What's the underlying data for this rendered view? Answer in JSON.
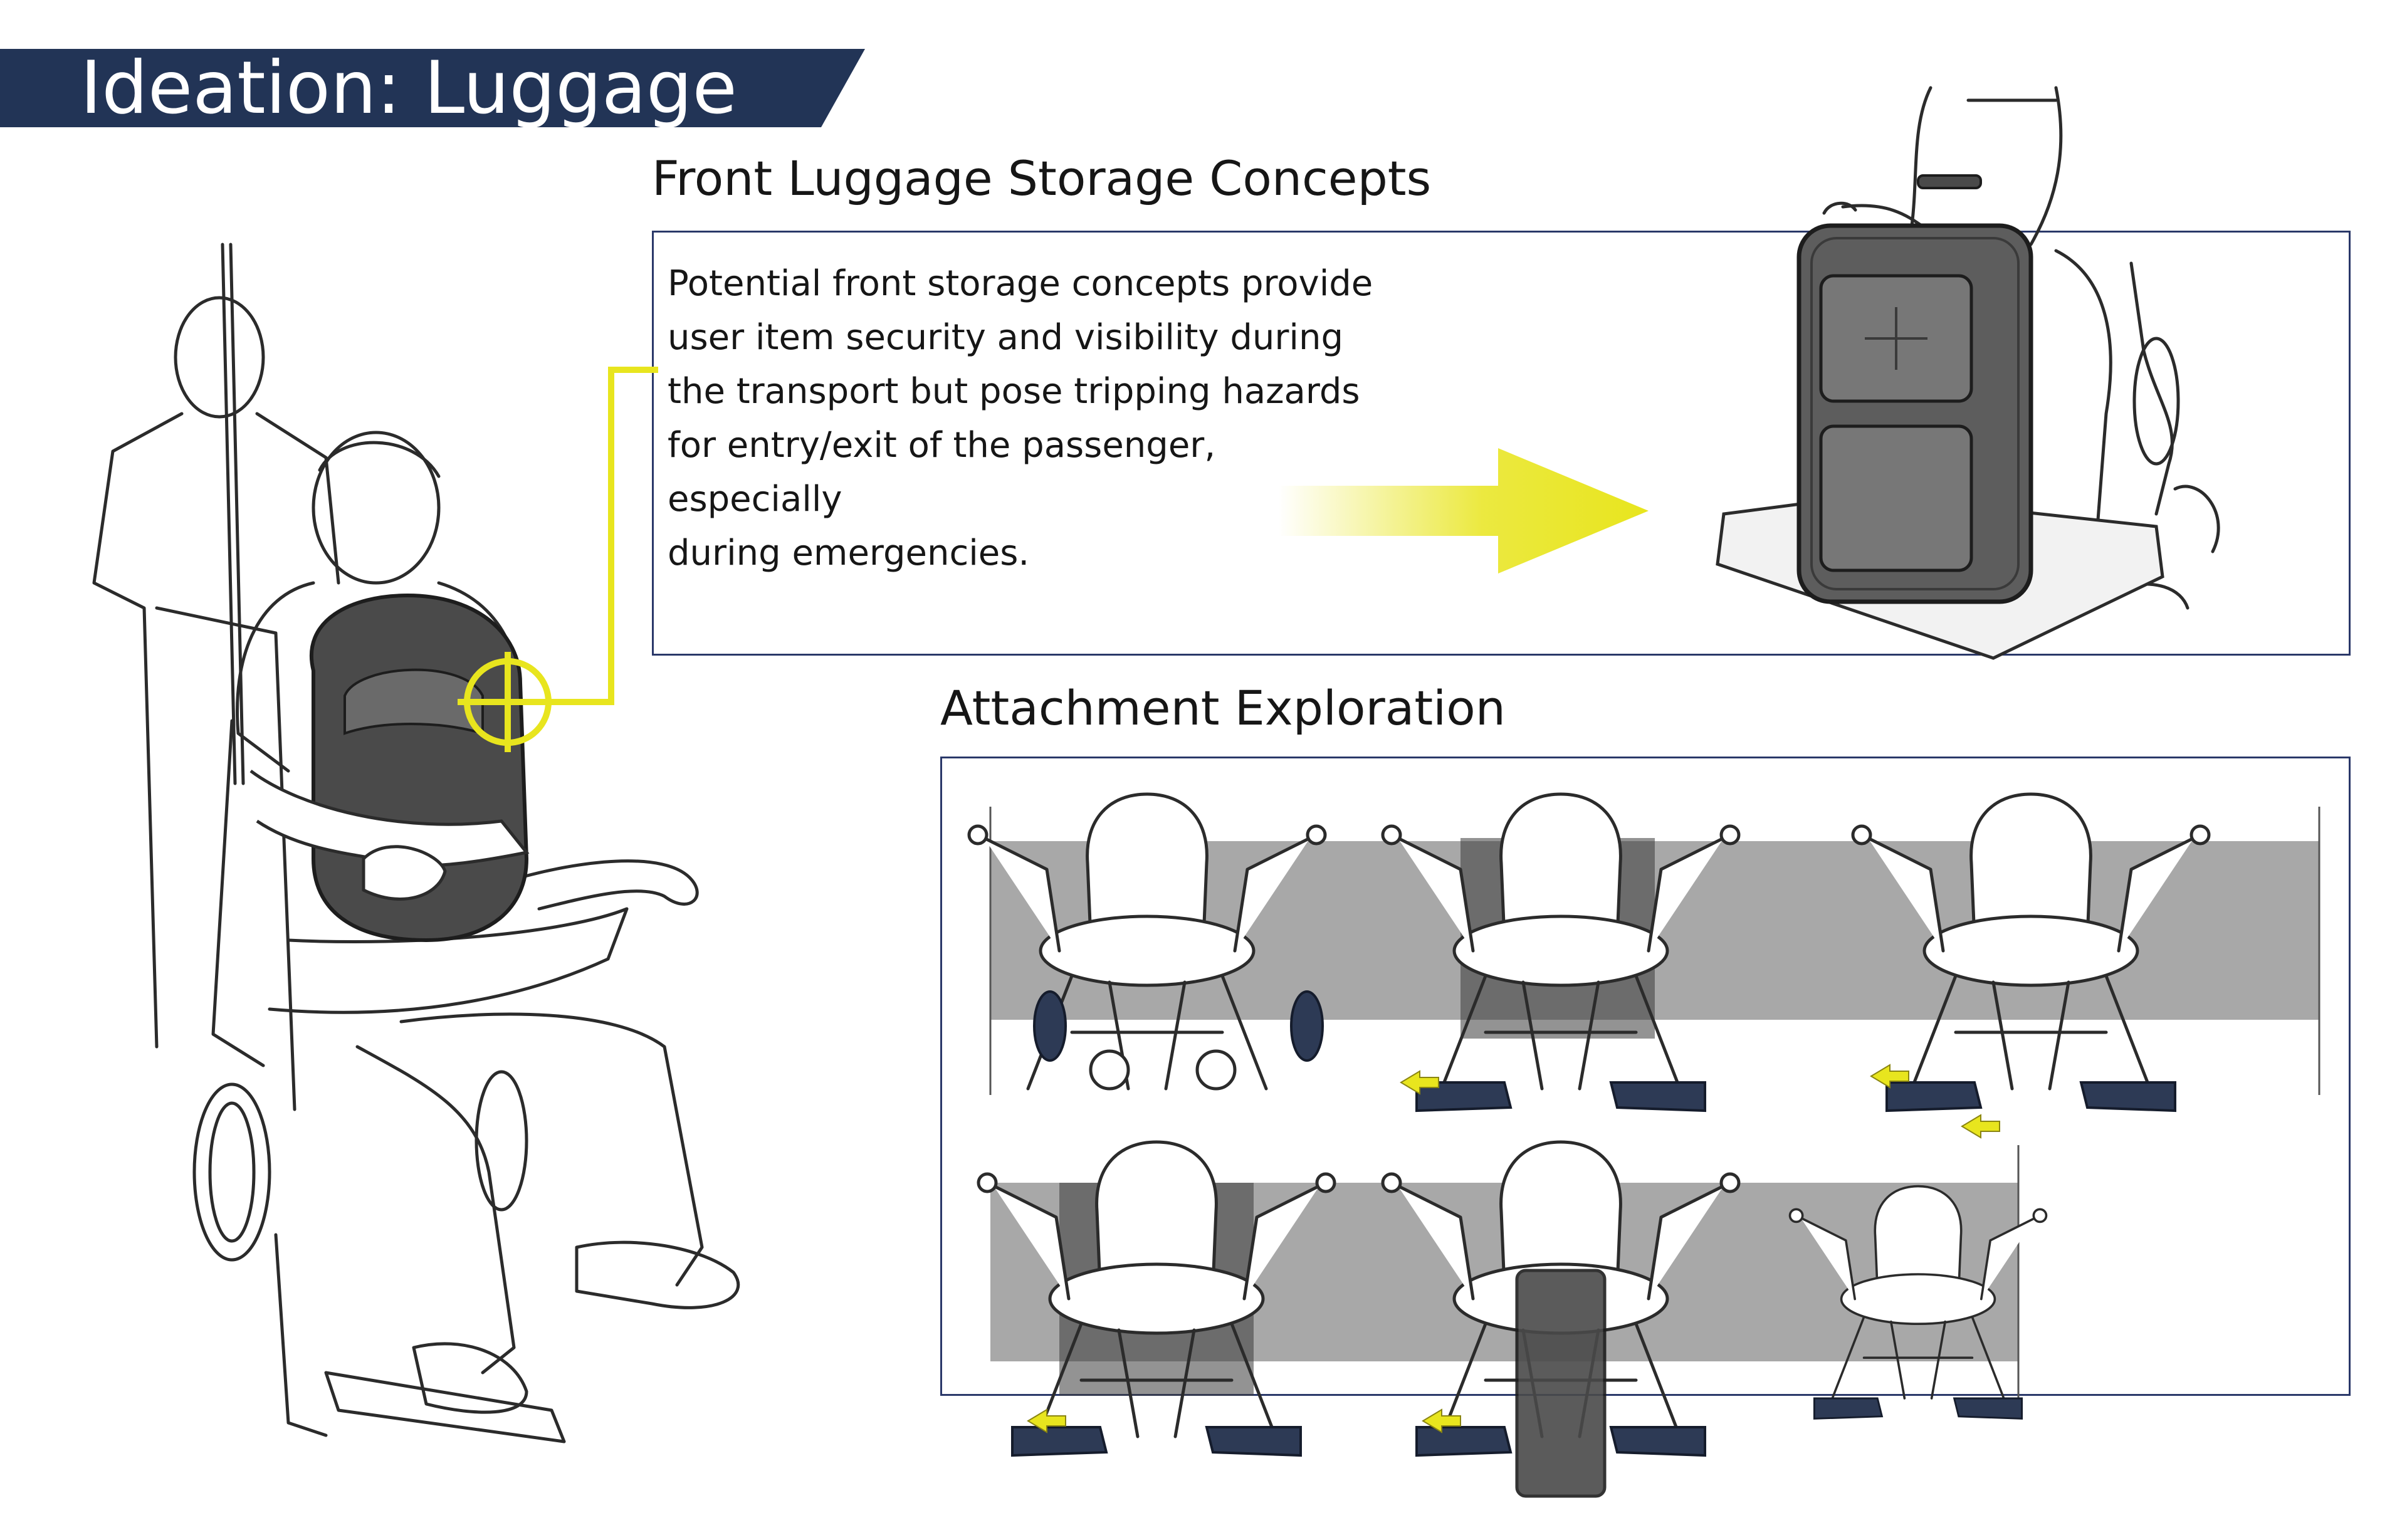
{
  "header": {
    "title": "Ideation: Luggage"
  },
  "front_section": {
    "title": "Front Luggage Storage Concepts",
    "description_lines": [
      "Potential front storage concepts provide",
      "user item security and visibility during",
      "the transport but pose tripping hazards",
      "for entry/exit of the passenger, especially",
      "during emergencies."
    ]
  },
  "attachment_section": {
    "title": "Attachment Exploration"
  },
  "colors": {
    "banner": "#223456",
    "frame": "#2a3869",
    "accent_yellow": "#e8e51e",
    "floor_band": "#a8a8a8",
    "footrest_dark": "#2d3a55"
  },
  "icons": {
    "callout": "crosshair-circle-icon",
    "arrow": "gradient-arrow-right-icon"
  }
}
